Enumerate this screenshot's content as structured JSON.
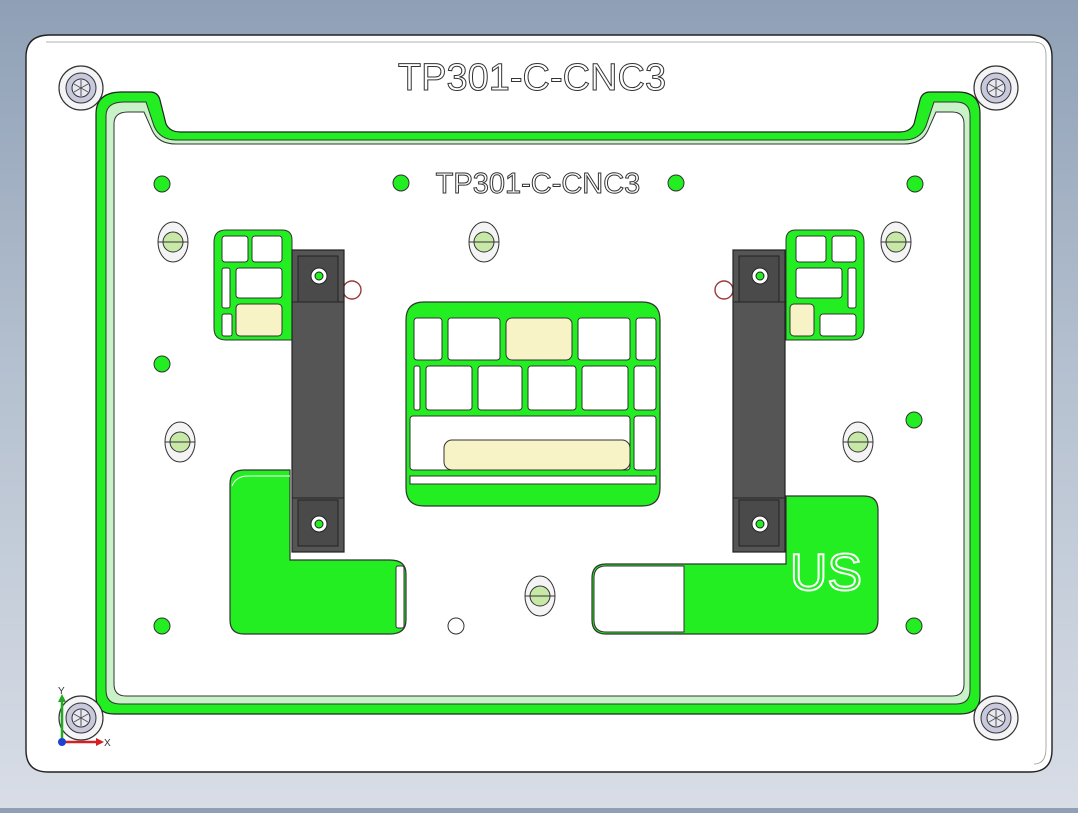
{
  "model": {
    "outer_engraving": "TP301-C-CNC3",
    "inner_engraving": "TP301-C-CNC3",
    "side_mark": "US"
  },
  "triad": {
    "y_label": "Y",
    "x_label": "X"
  },
  "colors": {
    "background_top": "#8fa0b6",
    "background_bottom": "#d8dde6",
    "plate_face": "#ffffff",
    "pocket_green": "#22ee22",
    "clamp_bar": "#555555",
    "recess_yellow": "#f7f3c6",
    "outline": "#333333"
  }
}
